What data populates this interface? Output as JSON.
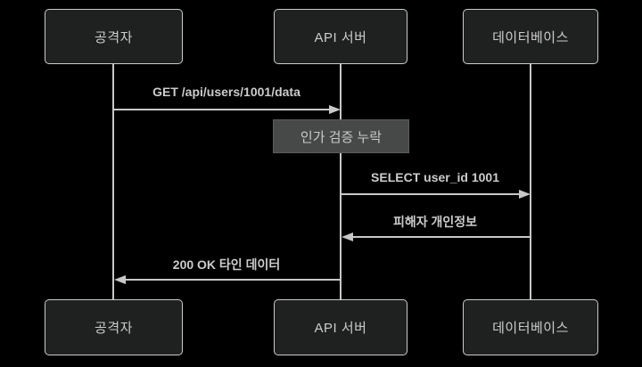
{
  "diagram": {
    "type": "sequence-diagram",
    "theme": "dark",
    "actors": [
      {
        "id": "attacker",
        "label": "공격자"
      },
      {
        "id": "api-server",
        "label": "API 서버"
      },
      {
        "id": "database",
        "label": "데이터베이스"
      }
    ],
    "messages": [
      {
        "kind": "message",
        "from": "공격자",
        "to": "API 서버",
        "direction": "right",
        "label": "GET /api/users/1001/data"
      },
      {
        "kind": "note",
        "over": "API 서버",
        "label": "인가 검증 누락"
      },
      {
        "kind": "message",
        "from": "API 서버",
        "to": "데이터베이스",
        "direction": "right",
        "label": "SELECT user_id 1001"
      },
      {
        "kind": "message",
        "from": "데이터베이스",
        "to": "API 서버",
        "direction": "left",
        "label": "피해자 개인정보"
      },
      {
        "kind": "message",
        "from": "API 서버",
        "to": "공격자",
        "direction": "left",
        "label": "200 OK 타인 데이터"
      }
    ],
    "colors": {
      "background": "#000000",
      "actor_fill": "#1f2020",
      "actor_border": "#cccccc",
      "text": "#cccccc",
      "line": "#c8c8c8",
      "note_fill": "#474949",
      "note_border": "#5a5d5d",
      "note_text": "#c9c9c9"
    }
  }
}
